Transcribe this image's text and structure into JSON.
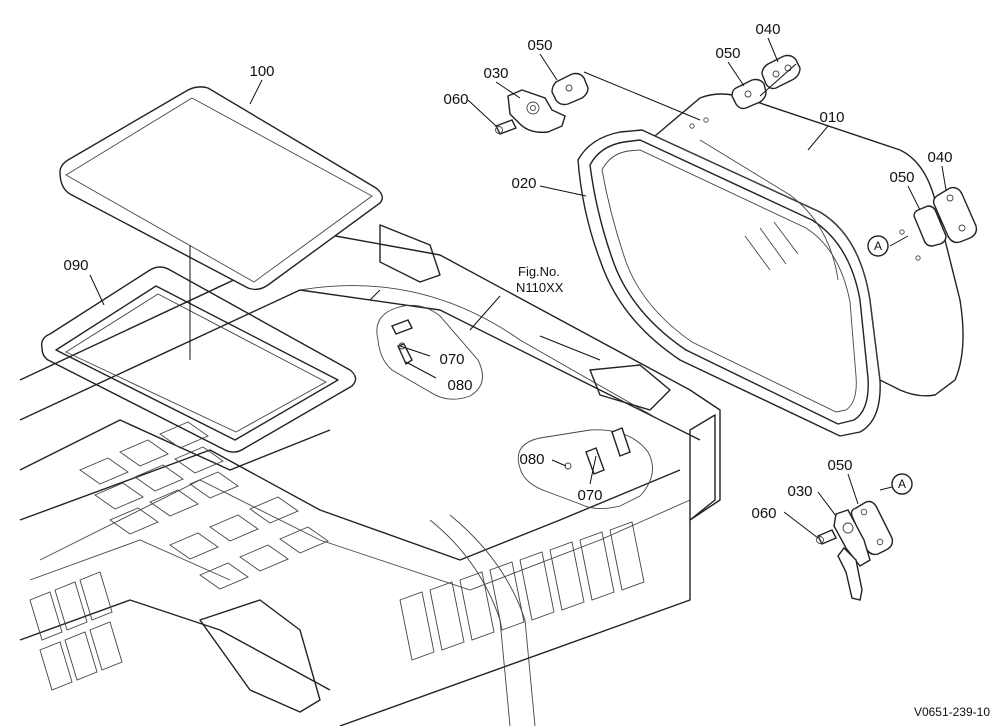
{
  "figure": {
    "fig_no_line1": "Fig.No.",
    "fig_no_line2": "N110XX",
    "drawing_code": "V0651-239-10"
  },
  "callouts": {
    "p100": "100",
    "p090": "090",
    "p050_top_a": "050",
    "p030_top": "030",
    "p060_top": "060",
    "p050_top_b": "050",
    "p040_top": "040",
    "p010": "010",
    "p020": "020",
    "p050_right": "050",
    "p040_right": "040",
    "p070_upper": "070",
    "p080_upper": "080",
    "p080_lower": "080",
    "p070_lower": "070",
    "p050_bottom": "050",
    "p030_bottom": "030",
    "p060_bottom": "060"
  },
  "refs": {
    "a_right": "A",
    "a_bottom": "A"
  }
}
